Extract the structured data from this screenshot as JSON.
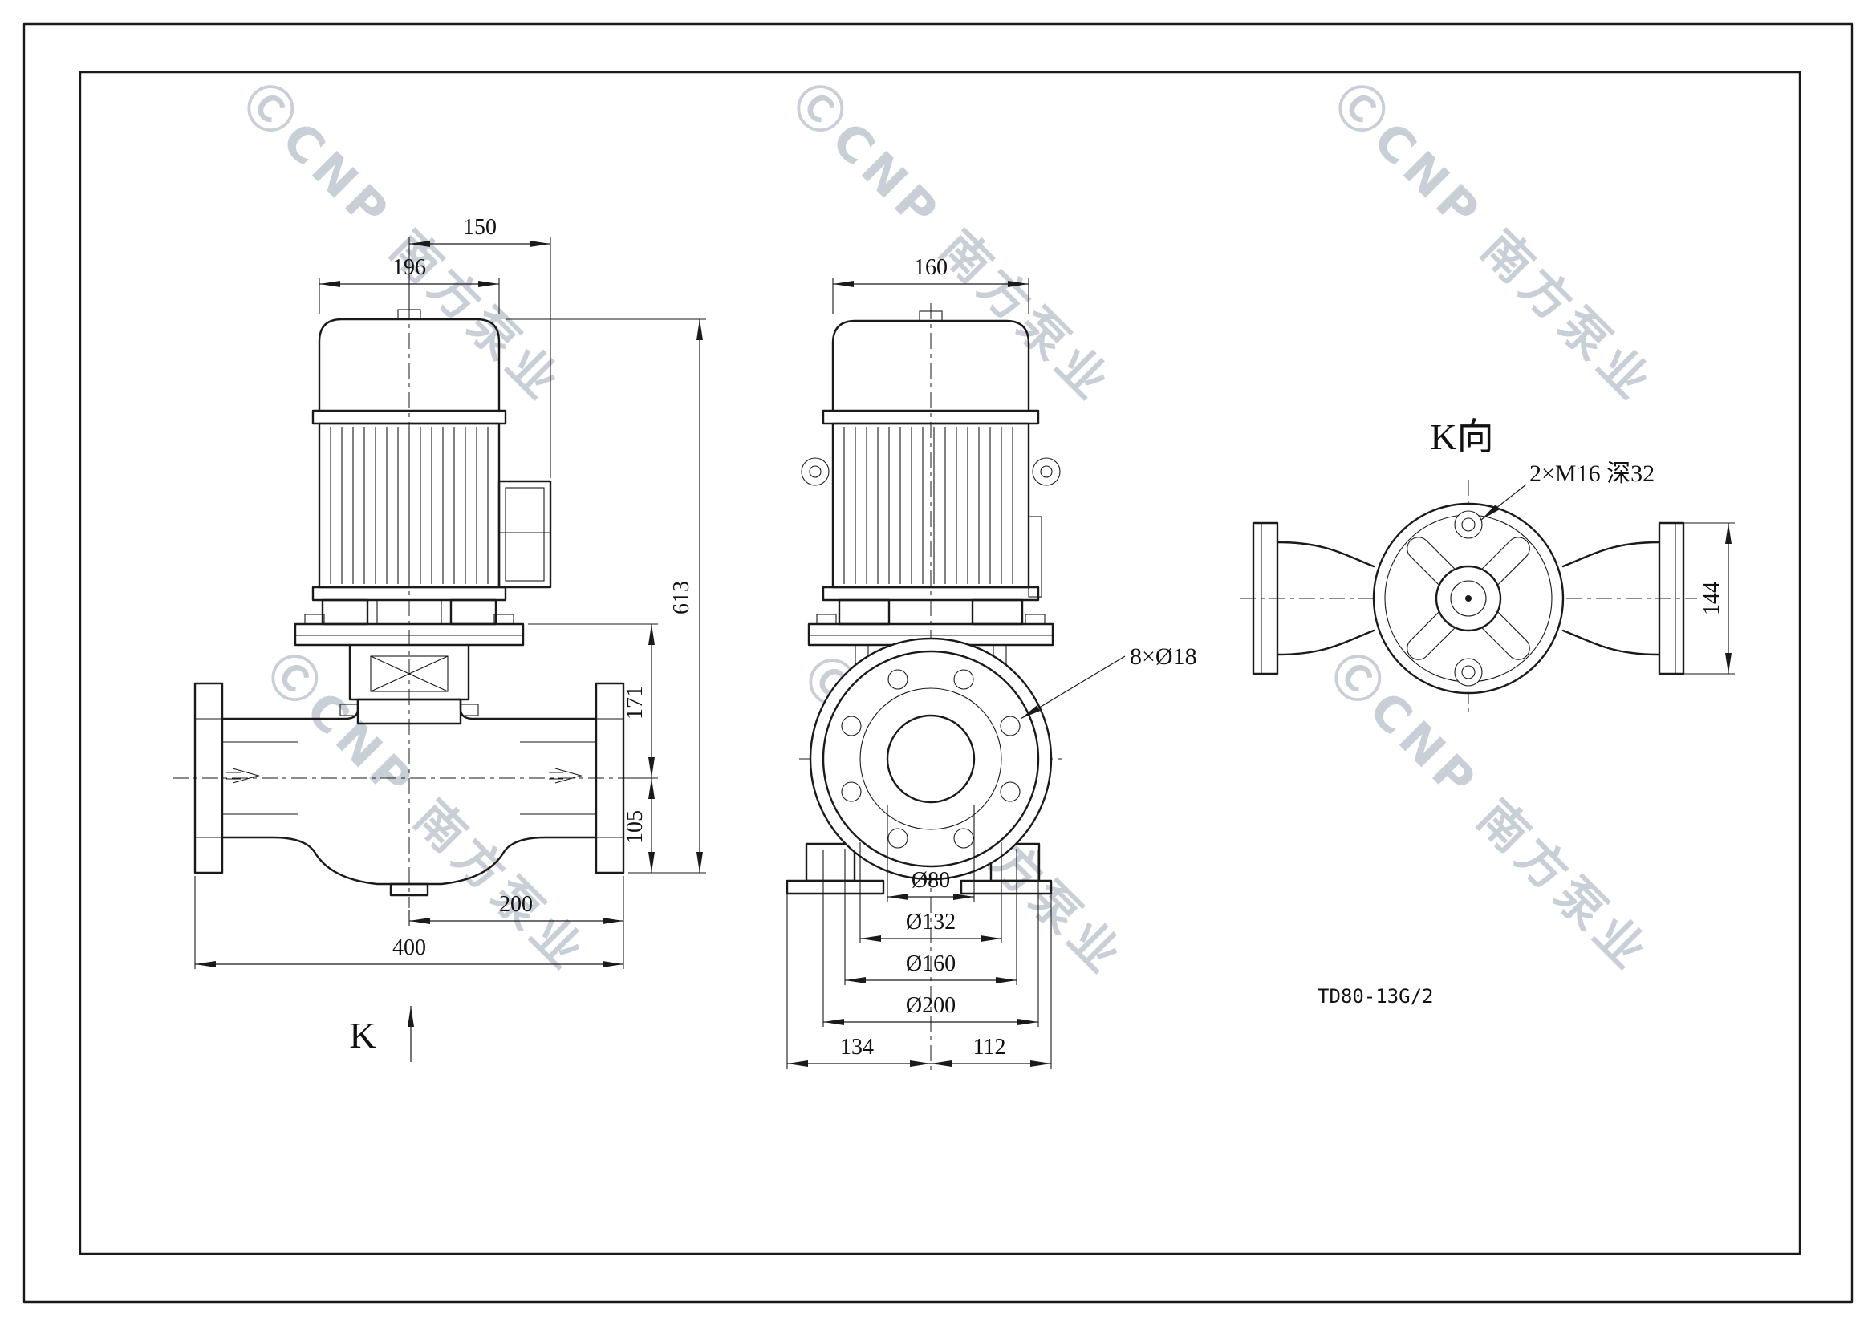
{
  "sheet": {
    "part_number": "TD80-13G/2",
    "watermark": "ⒸCNP 南方泵业"
  },
  "front_view": {
    "dim_motor_offset": "150",
    "dim_motor_width": "196",
    "dim_overall_height": "613",
    "dim_plate_to_axis": "171",
    "dim_axis_to_bottom": "105",
    "dim_center_to_flange": "200",
    "dim_flange_to_flange": "400",
    "view_arrow_label": "K"
  },
  "side_view": {
    "dim_motor_depth": "160",
    "bolt_hole_callout": "8×Ø18",
    "dim_bore": "Ø80",
    "dim_raised_face": "Ø132",
    "dim_bolt_circle": "Ø160",
    "dim_flange_od": "Ø200",
    "dim_base_left": "134",
    "dim_base_right": "112"
  },
  "top_view": {
    "view_label": "K向",
    "tapped_hole_callout": "2×M16 深32",
    "dim_flange_width": "144"
  }
}
